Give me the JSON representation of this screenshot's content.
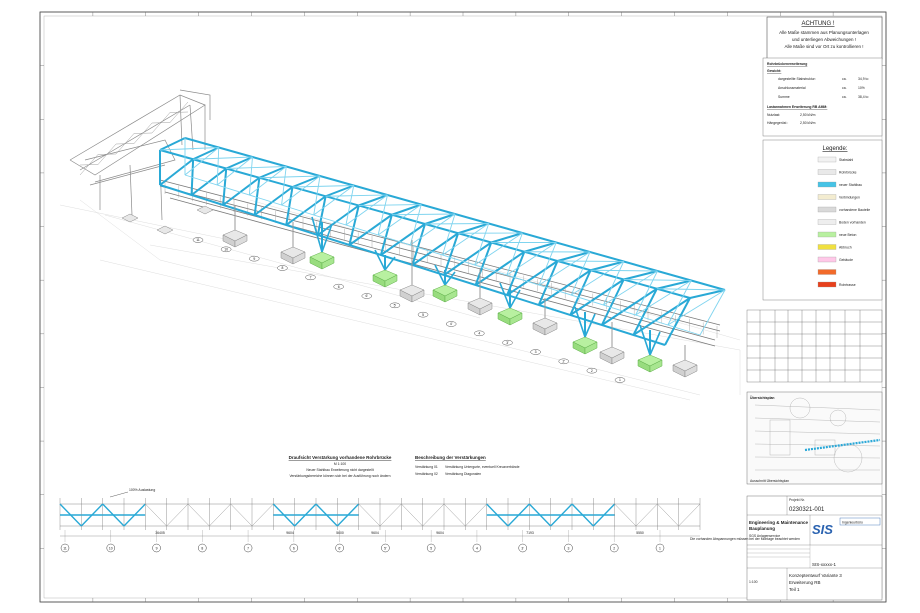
{
  "achtung": {
    "title": "ACHTUNG !",
    "line1": "Alle Maße stammen aus Planungsunterlagen",
    "line2": "und unterliegen Abweichungen !",
    "line3": "Alle Maße sind vor Ort zu kontrollieren !"
  },
  "weights": {
    "heading": "Rohrbrückenerweiterung",
    "sub": "Gewicht:",
    "rows": [
      {
        "label": "dargestellte Stabstruktur:",
        "ca": "ca.",
        "value": "34,9 to"
      },
      {
        "label": "Anschlussmaterial",
        "ca": "ca.",
        "value": "10%"
      },
      {
        "label": "Summe",
        "ca": "ca.",
        "value": "38,4 to"
      }
    ],
    "loads_heading": "Lastannahmen Erweiterung RB AMM:",
    "loads": [
      {
        "label": "Nutzlast:",
        "value": "2,50 kN/m"
      },
      {
        "label": "Hängegerüst :",
        "value": "2,50 kN/m"
      }
    ]
  },
  "legend": {
    "title": "Legende:",
    "items": [
      {
        "label": "Stabstahl",
        "color": "#f2f2f2"
      },
      {
        "label": "Rohrbrücke",
        "color": "#e9e9e9"
      },
      {
        "label": "neuer Stahlbau",
        "color": "#46c3e6"
      },
      {
        "label": "Verbindungen",
        "color": "#f3ecd0"
      },
      {
        "label": "vorhandene Bauteile",
        "color": "#d9d9d9"
      },
      {
        "label": "Boden vorhanden",
        "color": "#eeeeee"
      },
      {
        "label": "neue Beton",
        "color": "#b8f0a0"
      },
      {
        "label": "Abbruch",
        "color": "#f0e040"
      },
      {
        "label": "Gebäude",
        "color": "#ffc8e8"
      },
      {
        "label": "",
        "color": "#f26a2a"
      },
      {
        "label": "Rohrtrasse",
        "color": "#e8401c"
      }
    ]
  },
  "plan": {
    "title": "Draufsicht Verstärkung vorhandene Rohrbrücke",
    "scale": "M 1:100",
    "note1": "Neuer Stahlbau Erweiterung nicht dargestellt",
    "note2": "Verstärkungsbereiche können sich bei der Ausführung noch ändern",
    "description_title": "Beschreibung der Verstärkungen",
    "desc": [
      {
        "code": "Verstärkung 01",
        "text": "Verstärkung Untergurte, eventuell Kreuzverbände"
      },
      {
        "code": "Verstärkung 02",
        "text": "Verstärkung Diagonalen"
      }
    ],
    "callout": "100% Auslastung",
    "dims": [
      "36405",
      "9604",
      "5600",
      "9604",
      "9604",
      "7193",
      "5550"
    ],
    "axis_labels": [
      "11",
      "10",
      "9",
      "8",
      "7",
      "6",
      "6'",
      "5'",
      "5",
      "4",
      "3'",
      "3",
      "2",
      "1"
    ],
    "footnote": "Die vorhanden Abspannungen müssen bei der Montage beachtet werden"
  },
  "axes_markers": [
    "11",
    "10",
    "9",
    "8",
    "7",
    "6",
    "6'",
    "5'",
    "5",
    "4'",
    "4",
    "3'",
    "3",
    "2'",
    "2",
    "1"
  ],
  "map_label": "Übersichtsplan",
  "map_caption": "Ausschnitt Übersichtsplan",
  "title_block": {
    "project_label": "Projekt Nr.",
    "project_no": "0230321-001",
    "company_left_1": "Engineering & Maintenance",
    "company_left_2": "Bauplanung",
    "company_left_3": "SGS Anlagenservice",
    "logo": "SIS",
    "logo_sub": "Ingenieurbüro",
    "drawing_no": "SIS-xxxxx-1",
    "scale": "1:100",
    "title1": "Konzeptentwurf Variante 3",
    "title2": "Erweiterung RB",
    "title3": "Teil 1"
  }
}
